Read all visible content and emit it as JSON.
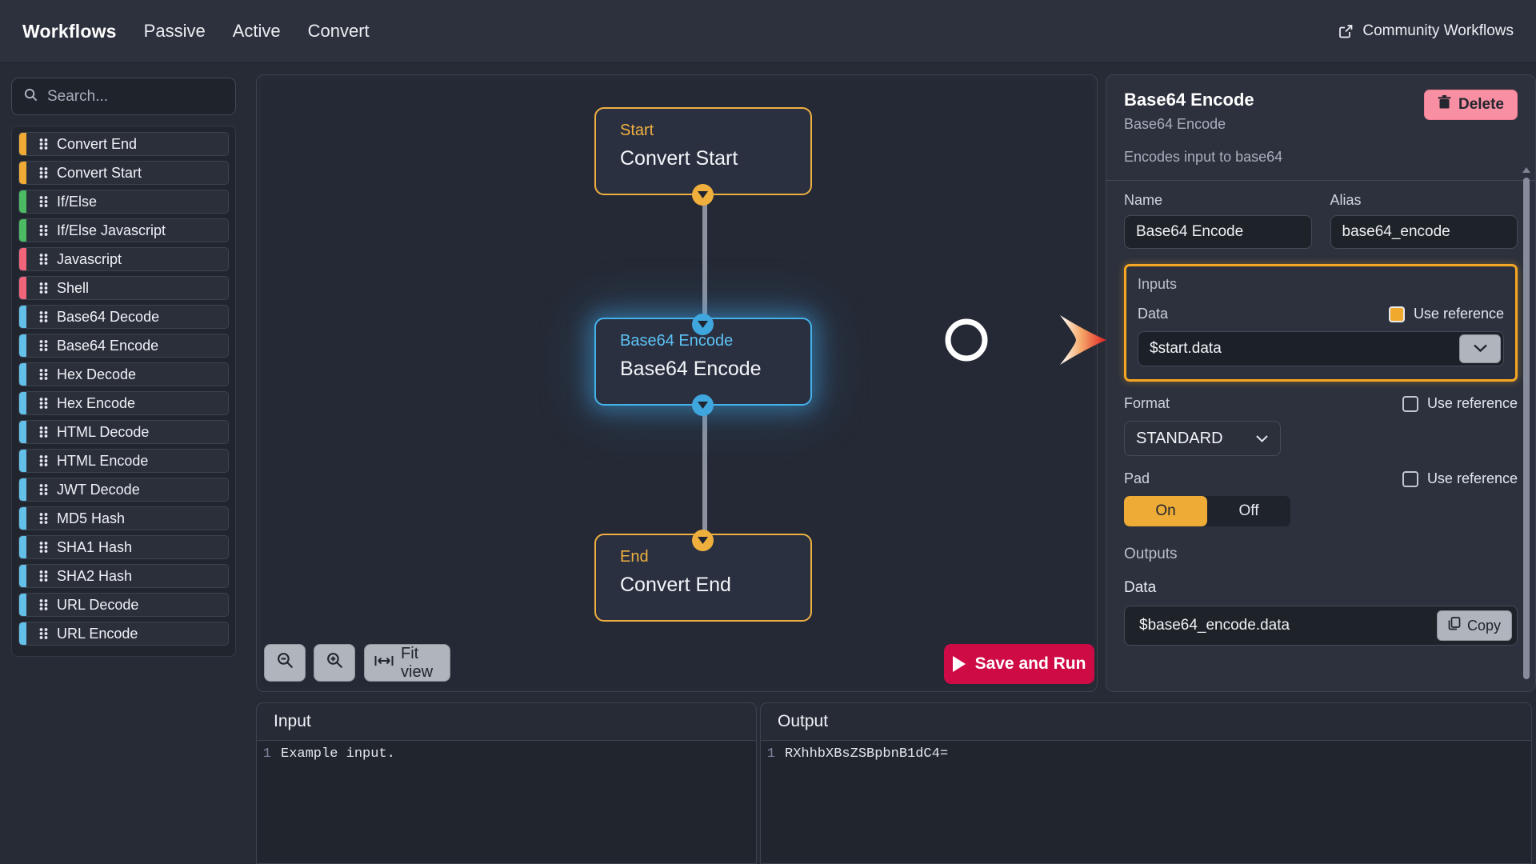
{
  "topbar": {
    "title": "Workflows",
    "links": [
      "Passive",
      "Active",
      "Convert"
    ],
    "community_label": "Community Workflows",
    "external_icon": "external-link-icon"
  },
  "sidebar": {
    "search": {
      "placeholder": "Search...",
      "value": "",
      "icon": "search-icon"
    },
    "items": [
      {
        "label": "Convert End",
        "color": "#efab33"
      },
      {
        "label": "Convert Start",
        "color": "#efab33"
      },
      {
        "label": "If/Else",
        "color": "#4cb963"
      },
      {
        "label": "If/Else Javascript",
        "color": "#4cb963"
      },
      {
        "label": "Javascript",
        "color": "#f2647a"
      },
      {
        "label": "Shell",
        "color": "#f2647a"
      },
      {
        "label": "Base64 Decode",
        "color": "#63c0e8"
      },
      {
        "label": "Base64 Encode",
        "color": "#63c0e8"
      },
      {
        "label": "Hex Decode",
        "color": "#63c0e8"
      },
      {
        "label": "Hex Encode",
        "color": "#63c0e8"
      },
      {
        "label": "HTML Decode",
        "color": "#63c0e8"
      },
      {
        "label": "HTML Encode",
        "color": "#63c0e8"
      },
      {
        "label": "JWT Decode",
        "color": "#63c0e8"
      },
      {
        "label": "MD5 Hash",
        "color": "#63c0e8"
      },
      {
        "label": "SHA1 Hash",
        "color": "#63c0e8"
      },
      {
        "label": "SHA2 Hash",
        "color": "#63c0e8"
      },
      {
        "label": "URL Decode",
        "color": "#63c0e8"
      },
      {
        "label": "URL Encode",
        "color": "#63c0e8"
      }
    ]
  },
  "canvas": {
    "nodes": [
      {
        "kind": "Start",
        "title": "Convert Start",
        "accent": "#f0b040",
        "selected": false
      },
      {
        "kind": "Base64 Encode",
        "title": "Base64 Encode",
        "accent": "#44b2ea",
        "selected": true
      },
      {
        "kind": "End",
        "title": "Convert End",
        "accent": "#f0b040",
        "selected": false
      }
    ],
    "toolbar": {
      "zoom_out_icon": "zoom-out-icon",
      "zoom_in_icon": "zoom-in-icon",
      "fit_view_label": "Fit view",
      "fit_view_icon": "fit-view-icon"
    },
    "save_run_label": "Save and Run",
    "save_run_icon": "play-icon",
    "save_run_color": "#cf0b46"
  },
  "io": {
    "input": {
      "header": "Input",
      "lines": [
        {
          "no": "1",
          "text": "Example input."
        }
      ]
    },
    "output": {
      "header": "Output",
      "lines": [
        {
          "no": "1",
          "text": "RXhhbXBsZSBpbnB1dC4="
        }
      ]
    }
  },
  "inspector": {
    "title": "Base64 Encode",
    "subtitle": "Base64 Encode",
    "description": "Encodes input to base64",
    "delete_label": "Delete",
    "delete_icon": "trash-icon",
    "delete_color": "#f98fa2",
    "name": {
      "label": "Name",
      "value": "Base64 Encode"
    },
    "alias": {
      "label": "Alias",
      "value": "base64_encode"
    },
    "inputs": {
      "section_label": "Inputs",
      "highlight_color": "#f5a623",
      "data": {
        "label": "Data",
        "use_reference_label": "Use reference",
        "use_reference_checked": true,
        "value": "$start.data",
        "dropdown_icon": "chevron-down-icon"
      }
    },
    "format": {
      "label": "Format",
      "use_reference_label": "Use reference",
      "use_reference_checked": false,
      "value": "STANDARD",
      "dropdown_icon": "chevron-down-icon"
    },
    "pad": {
      "label": "Pad",
      "use_reference_label": "Use reference",
      "use_reference_checked": false,
      "on_label": "On",
      "off_label": "Off",
      "selected": "On"
    },
    "outputs": {
      "section_label": "Outputs",
      "data_label": "Data",
      "value": "$base64_encode.data",
      "copy_label": "Copy",
      "copy_icon": "copy-icon"
    }
  },
  "annotation": {
    "circle_color": "#ffffff",
    "arrow_color_start": "#ffffff",
    "arrow_color_end": "#e02020"
  }
}
